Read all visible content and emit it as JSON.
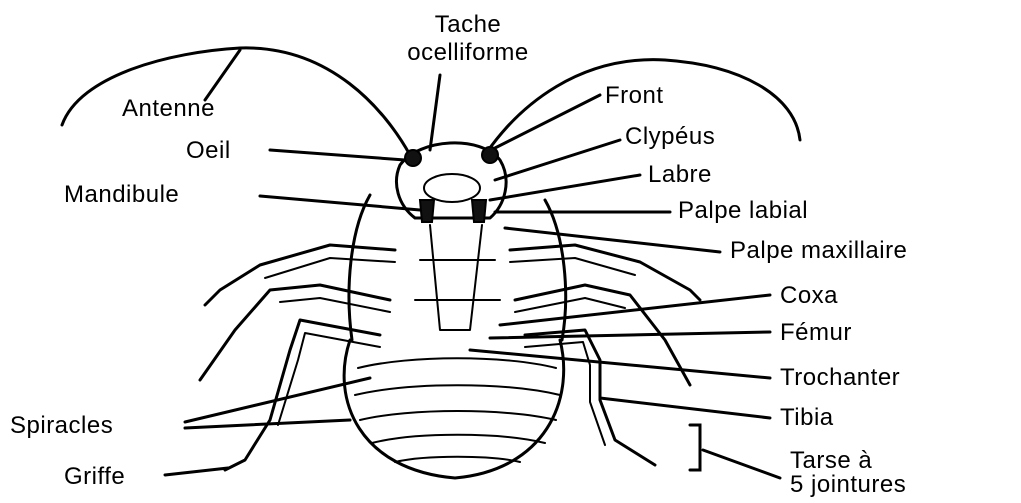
{
  "diagram": {
    "labels": {
      "tache_line1": "Tache",
      "tache_line2": "ocelliforme",
      "antenne": "Antenne",
      "front": "Front",
      "clypeus": "Clypéus",
      "oeil": "Oeil",
      "labre": "Labre",
      "mandibule": "Mandibule",
      "palpe_labial": "Palpe labial",
      "palpe_maxillaire": "Palpe maxillaire",
      "coxa": "Coxa",
      "femur": "Fémur",
      "trochanter": "Trochanter",
      "tibia": "Tibia",
      "spiracles": "Spiracles",
      "griffe": "Griffe",
      "tarse_line1": "Tarse à",
      "tarse_line2": "5 jointures"
    }
  }
}
